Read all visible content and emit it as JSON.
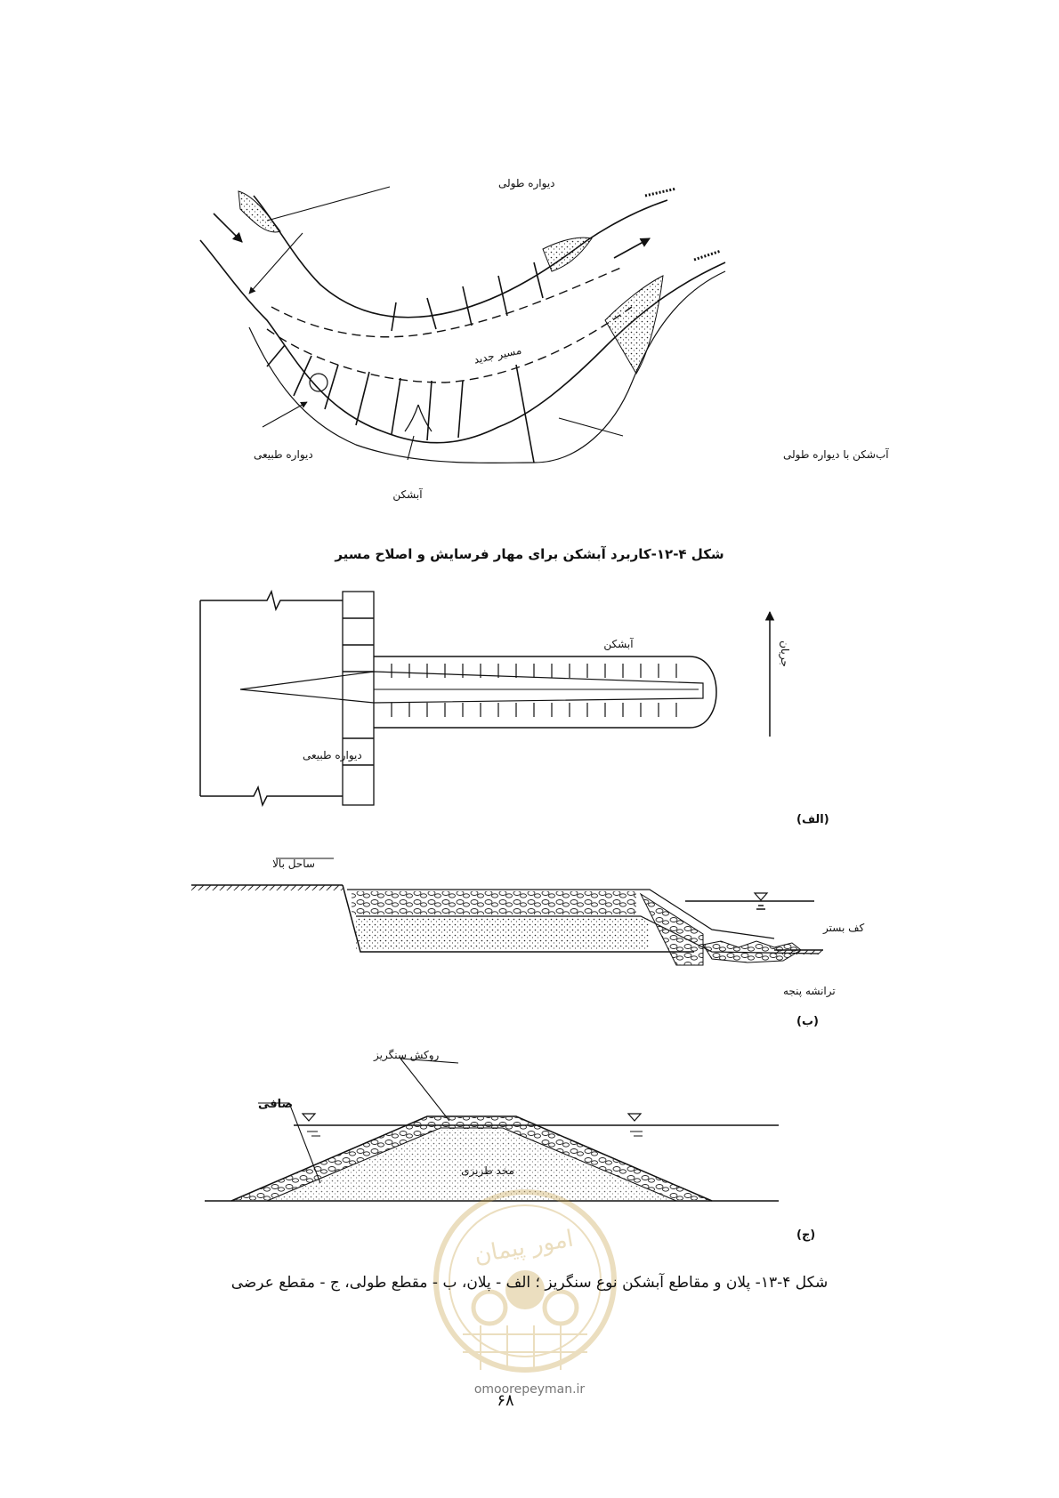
{
  "figure_12": {
    "labels": {
      "longitudinal_wall": "دیواره طولی",
      "new_course": "مسیر جدید",
      "natural_wall": "دیواره طبیعی",
      "groyne": "آبشکن",
      "groyne_with_long_wall": "آب‌شکن با دیواره طولی"
    },
    "caption": "شکل ۴-۱۲-کاربرد آبشکن برای مهار فرسایش و اصلاح مسیر"
  },
  "figure_13": {
    "plan": {
      "groyne_label": "آبشکن",
      "flow_label": "جریان",
      "natural_wall": "دیواره طبیعی",
      "part_label": "(الف)"
    },
    "longitudinal": {
      "upper_bank": "ساحل بالا",
      "bed_floor": "کف بستر",
      "claw_trench": "ترانشه پنجه",
      "part_label": "(ب)"
    },
    "cross": {
      "riprap_cover": "روکش سنگریز",
      "filter": "صافی",
      "design_core": "مخد طریزی",
      "part_label": "(ج)"
    },
    "caption": "شکل ۴-۱۳- پلان و مقاطع آبشکن نوع سنگریز ؛ الف - پلان، ب - مقطع طولی، ج - مقطع عرضی"
  },
  "watermark": {
    "site": "omoorepeyman.ir",
    "seal_text": "امور پیمان"
  },
  "page_number": "۶۸"
}
